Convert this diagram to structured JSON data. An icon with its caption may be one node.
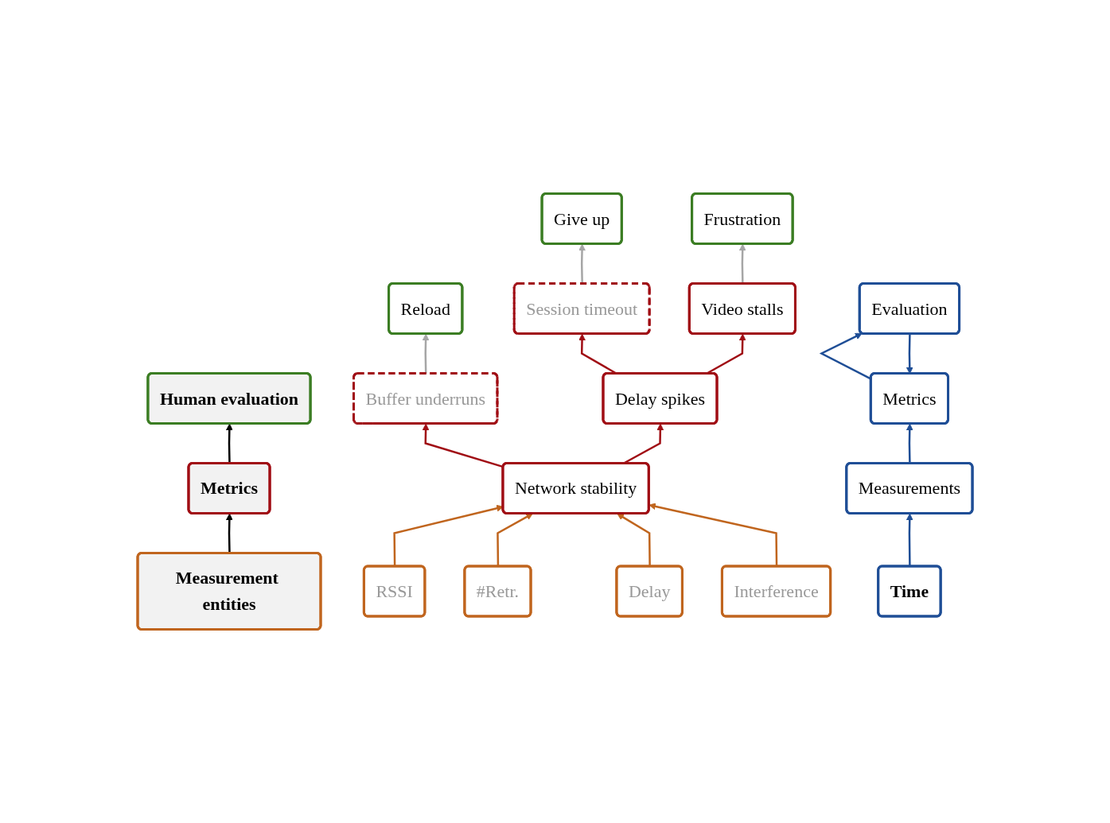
{
  "diagram": {
    "nodes": [
      {
        "text": [
          "Human evaluation"
        ]
      },
      {
        "text": [
          "Metrics"
        ]
      },
      {
        "text": [
          "Measurement entities"
        ]
      },
      {
        "text": [
          "Give up"
        ]
      },
      {
        "text": [
          "Frustration"
        ]
      },
      {
        "text": [
          "Reload"
        ]
      },
      {
        "text": [
          "Session timeout"
        ]
      },
      {
        "text": [
          "Video stalls"
        ]
      },
      {
        "text": [
          "Delay spikes"
        ]
      },
      {
        "text": [
          "Buffer underruns"
        ]
      },
      {
        "text": [
          "Network stability"
        ]
      },
      {
        "text": [
          "RSSI"
        ]
      },
      {
        "text": [
          "#Retr."
        ]
      },
      {
        "text": [
          "Delay"
        ]
      },
      {
        "text": [
          "Interference"
        ]
      },
      {
        "text": [
          "Time"
        ]
      },
      {
        "text": [
          "Measurements"
        ]
      },
      {
        "text": [
          "Metrics"
        ]
      },
      {
        "text": [
          "Evaluation"
        ]
      }
    ],
    "edges": [
      {
        "from": 1,
        "to": 0,
        "arrow": "to",
        "color": "#000000"
      },
      {
        "from": 2,
        "to": 1,
        "arrow": "to",
        "color": "#000000"
      },
      {
        "from": 6,
        "to": 3,
        "arrow": "to",
        "color": "#a6a6a6"
      },
      {
        "from": 7,
        "to": 4,
        "arrow": "to",
        "color": "#a6a6a6"
      },
      {
        "from": 9,
        "to": 5,
        "arrow": "to",
        "color": "#a6a6a6"
      },
      {
        "from": 8,
        "to": 6,
        "arrow": "to",
        "color": "#a00d14"
      },
      {
        "from": 8,
        "to": 7,
        "arrow": "to",
        "color": "#a00d14"
      },
      {
        "from": 10,
        "to": 8,
        "arrow": "to",
        "color": "#a00d14"
      },
      {
        "from": 10,
        "to": 9,
        "arrow": "to",
        "color": "#a00d14"
      },
      {
        "from": 11,
        "to": 10,
        "arrow": "to",
        "color": "#c0651e"
      },
      {
        "from": 12,
        "to": 10,
        "arrow": "to",
        "color": "#c0651e"
      },
      {
        "from": 13,
        "to": 10,
        "arrow": "to",
        "color": "#c0651e"
      },
      {
        "from": 14,
        "to": 10,
        "arrow": "to",
        "color": "#c0651e"
      },
      {
        "from": 15,
        "to": 16,
        "arrow": "to",
        "color": "#1f4e96"
      },
      {
        "from": 16,
        "to": 17,
        "arrow": "to",
        "color": "#1f4e96"
      },
      {
        "from": 17,
        "to": 18,
        "arrow": "to",
        "color": "#1f4e96"
      },
      {
        "from": 18,
        "to": 17,
        "arrow": "to",
        "color": "#1f4e96"
      }
    ]
  }
}
